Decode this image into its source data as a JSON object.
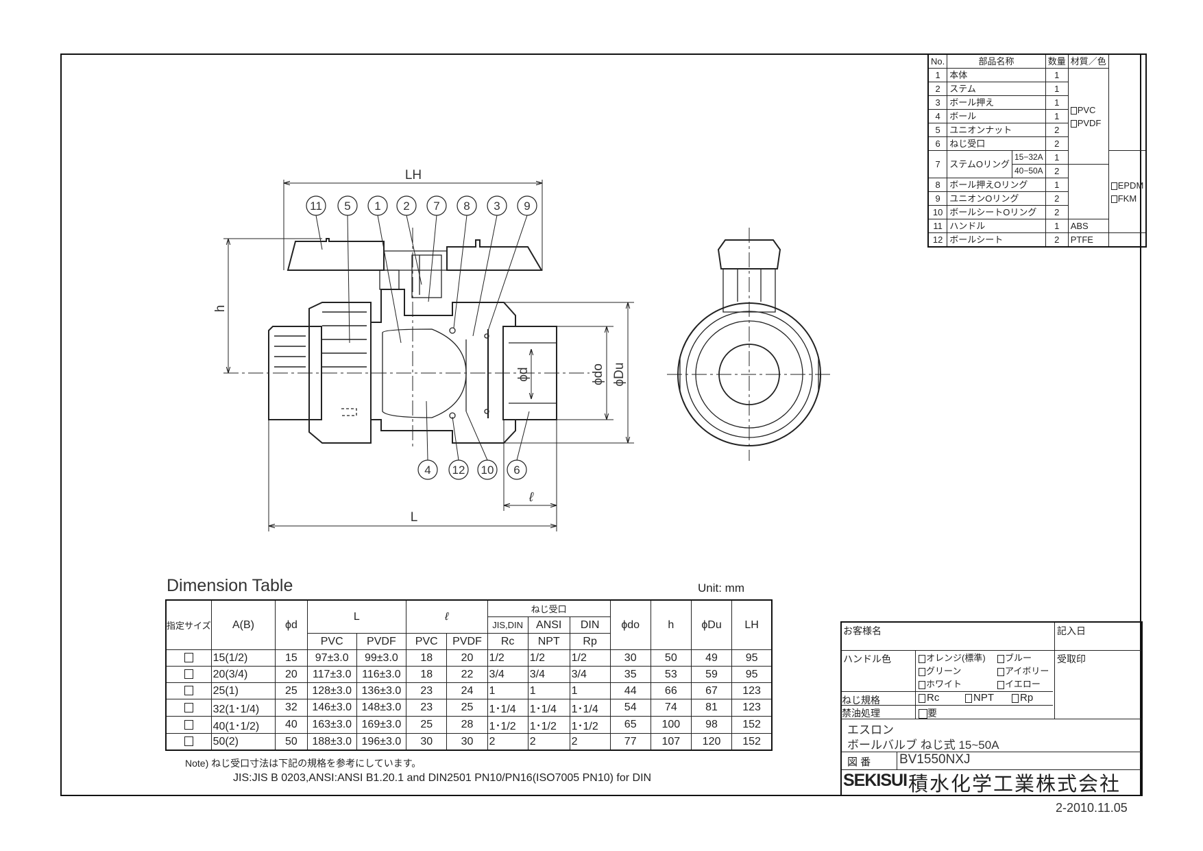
{
  "parts_table": {
    "headers": {
      "no": "No.",
      "name": "部品名称",
      "qty": "数量",
      "material": "材質／色"
    },
    "rows": [
      {
        "no": "1",
        "name": "本体",
        "qty": "1"
      },
      {
        "no": "2",
        "name": "ステム",
        "qty": "1"
      },
      {
        "no": "3",
        "name": "ボール押え",
        "qty": "1"
      },
      {
        "no": "4",
        "name": "ボール",
        "qty": "1"
      },
      {
        "no": "5",
        "name": "ユニオンナット",
        "qty": "2"
      },
      {
        "no": "6",
        "name": "ねじ受口",
        "qty": "2"
      },
      {
        "no": "7",
        "name": "ステムOリング",
        "sub": [
          {
            "size": "15−32A",
            "qty": "1"
          },
          {
            "size": "40−50A",
            "qty": "2"
          }
        ]
      },
      {
        "no": "8",
        "name": "ボール押えOリング",
        "qty": "1"
      },
      {
        "no": "9",
        "name": "ユニオンOリング",
        "qty": "2"
      },
      {
        "no": "10",
        "name": "ボールシートOリング",
        "qty": "2"
      },
      {
        "no": "11",
        "name": "ハンドル",
        "qty": "1"
      },
      {
        "no": "12",
        "name": "ボールシート",
        "qty": "2"
      }
    ],
    "material_groups": [
      {
        "options": [
          "PVC",
          "PVDF"
        ]
      },
      {
        "options": [
          "EPDM",
          "FKM"
        ]
      },
      {
        "options": [
          "ABS"
        ]
      },
      {
        "options": [
          "PTFE"
        ]
      }
    ]
  },
  "drawing": {
    "dim_labels": {
      "LH": "LH",
      "h": "h",
      "L": "L",
      "l": "ℓ",
      "d": "ϕd",
      "do": "ϕdo",
      "Du": "ϕDu"
    },
    "top_balloons": [
      "11",
      "5",
      "1",
      "2",
      "7",
      "8",
      "3",
      "9"
    ],
    "bottom_balloons": [
      "4",
      "12",
      "10",
      "6"
    ]
  },
  "dimension_table": {
    "title": "Dimension Table",
    "unit": "Unit: mm",
    "headers": {
      "size": "指定サイズ",
      "ab": "A(B)",
      "d": "ϕd",
      "L": "L",
      "l": "ℓ",
      "thread": "ねじ受口",
      "jisdin": "JIS,DIN",
      "ansi": "ANSI",
      "din": "DIN",
      "rc": "Rc",
      "npt": "NPT",
      "rp": "Rp",
      "do": "ϕdo",
      "h": "h",
      "Du": "ϕDu",
      "LH": "LH",
      "pvc": "PVC",
      "pvdf": "PVDF"
    },
    "rows": [
      {
        "ab": "15(1/2)",
        "d": "15",
        "L_pvc": "97±3.0",
        "L_pvdf": "99±3.0",
        "l_pvc": "18",
        "l_pvdf": "20",
        "rc": "1/2",
        "npt": "1/2",
        "rp": "1/2",
        "do": "30",
        "h": "50",
        "Du": "49",
        "LH": "95"
      },
      {
        "ab": "20(3/4)",
        "d": "20",
        "L_pvc": "117±3.0",
        "L_pvdf": "116±3.0",
        "l_pvc": "18",
        "l_pvdf": "22",
        "rc": "3/4",
        "npt": "3/4",
        "rp": "3/4",
        "do": "35",
        "h": "53",
        "Du": "59",
        "LH": "95"
      },
      {
        "ab": "25(1)",
        "d": "25",
        "L_pvc": "128±3.0",
        "L_pvdf": "136±3.0",
        "l_pvc": "23",
        "l_pvdf": "24",
        "rc": "1",
        "npt": "1",
        "rp": "1",
        "do": "44",
        "h": "66",
        "Du": "67",
        "LH": "123"
      },
      {
        "ab": "32(1･1/4)",
        "d": "32",
        "L_pvc": "146±3.0",
        "L_pvdf": "148±3.0",
        "l_pvc": "23",
        "l_pvdf": "25",
        "rc": "1･1/4",
        "npt": "1･1/4",
        "rp": "1･1/4",
        "do": "54",
        "h": "74",
        "Du": "81",
        "LH": "123"
      },
      {
        "ab": "40(1･1/2)",
        "d": "40",
        "L_pvc": "163±3.0",
        "L_pvdf": "169±3.0",
        "l_pvc": "25",
        "l_pvdf": "28",
        "rc": "1･1/2",
        "npt": "1･1/2",
        "rp": "1･1/2",
        "do": "65",
        "h": "100",
        "Du": "98",
        "LH": "152"
      },
      {
        "ab": "50(2)",
        "d": "50",
        "L_pvc": "188±3.0",
        "L_pvdf": "196±3.0",
        "l_pvc": "30",
        "l_pvdf": "30",
        "rc": "2",
        "npt": "2",
        "rp": "2",
        "do": "77",
        "h": "107",
        "Du": "120",
        "LH": "152"
      }
    ],
    "note1": "Note) ねじ受口寸法は下記の規格を参考にしています。",
    "note2": "JIS:JIS B 0203,ANSI:ANSI B1.20.1 and DIN2501 PN10/PN16(ISO7005 PN10)  for DIN"
  },
  "title_block": {
    "customer_label": "お客様名",
    "entry_date_label": "記入日",
    "handle_color_label": "ハンドル色",
    "handle_colors": [
      "オレンジ(標準)",
      "ブルー",
      "グリーン",
      "アイボリー",
      "ホワイト",
      "イエロー"
    ],
    "receipt_label": "受取印",
    "thread_label": "ねじ規格",
    "thread_options": [
      "Rc",
      "NPT",
      "Rp"
    ],
    "oil_label": "禁油処理",
    "oil_option": "要",
    "product_line1": "エスロン",
    "product_line2": "ボールバルブ ねじ式 15~50A",
    "drawing_no_label": "図 番",
    "drawing_no": "BV1550NXJ",
    "company_logo": "SEKISUI",
    "company_name": "積水化学工業株式会社",
    "revision": "2-2010.11.05"
  }
}
